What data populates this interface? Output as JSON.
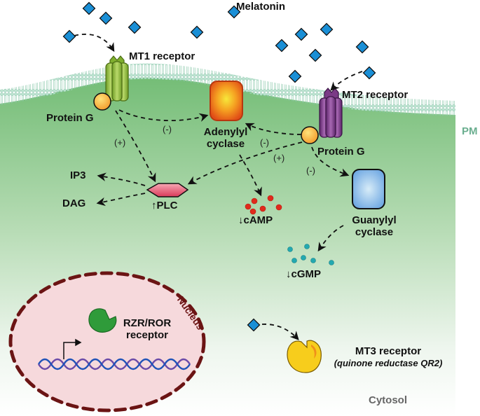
{
  "title": "Melatonin",
  "labels": {
    "melatonin": "Melatonin",
    "mt1_receptor": "MT1 receptor",
    "mt2_receptor": "MT2 receptor",
    "protein_g_left": "Protein G",
    "protein_g_right": "Protein G",
    "adenylyl_cyclase_line1": "Adenylyl",
    "adenylyl_cyclase_line2": "cyclase",
    "guanylyl_cyclase_line1": "Guanylyl",
    "guanylyl_cyclase_line2": "cyclase",
    "ip3": "IP3",
    "dag": "DAG",
    "plc": "↑PLC",
    "camp": "↓cAMP",
    "cgmp": "↓cGMP",
    "pm": "PM",
    "nucleus": "Nucleus",
    "rzr_line1": "RZR/ROR",
    "rzr_line2": "receptor",
    "mt3_line1": "MT3 receptor",
    "mt3_line2": "(quinone reductase QR2)",
    "cytosol": "Cytosol"
  },
  "signs": {
    "mt1_to_ac": "(-)",
    "mt1_to_plc": "(+)",
    "mt2_to_ac": "(-)",
    "mt2_to_plc": "(+)",
    "mt2_to_gc": "(-)"
  },
  "colors": {
    "melatonin": "#1a8fd6",
    "mt1": "#8dbb3a",
    "mt2": "#7a3a86",
    "protein_g": "#f5b82e",
    "adenylyl_cyclase": "#e8511a",
    "guanylyl_cyclase": "#7fb3e8",
    "plc": "#e2566e",
    "camp": "#e02a1c",
    "cgmp": "#23a9b0",
    "cytoplasm_top": "#7fc07f",
    "nucleus_fill": "#f6d9dc",
    "nucleus_border": "#6b1414",
    "rzr": "#2f9b3a",
    "mt3": "#f7cd1c",
    "membrane": "#8fcfb3"
  }
}
